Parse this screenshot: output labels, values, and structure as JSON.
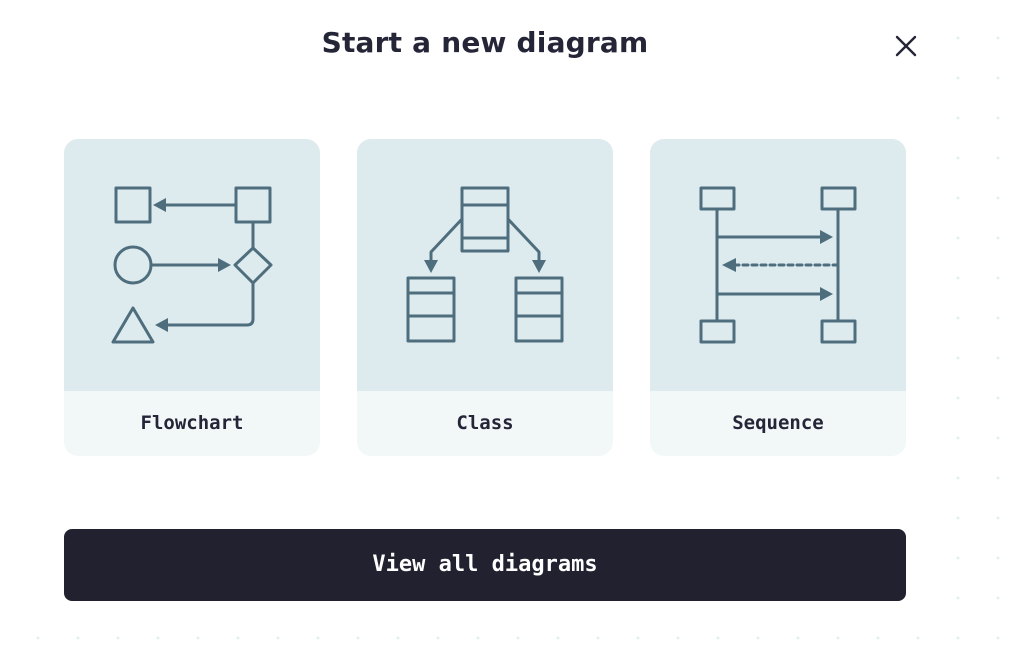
{
  "dialog": {
    "title": "Start a new diagram",
    "close_icon": "close-icon"
  },
  "cards": [
    {
      "label": "Flowchart",
      "icon": "flowchart-illustration"
    },
    {
      "label": "Class",
      "icon": "class-diagram-illustration"
    },
    {
      "label": "Sequence",
      "icon": "sequence-diagram-illustration"
    }
  ],
  "footer": {
    "view_all_label": "View all diagrams"
  },
  "colors": {
    "title": "#252538",
    "card_art_bg": "#deebee",
    "card_label_bg": "#f2f8f8",
    "illustration_stroke": "#4e6e7e",
    "button_bg": "#22212f",
    "button_text": "#ffffff"
  }
}
